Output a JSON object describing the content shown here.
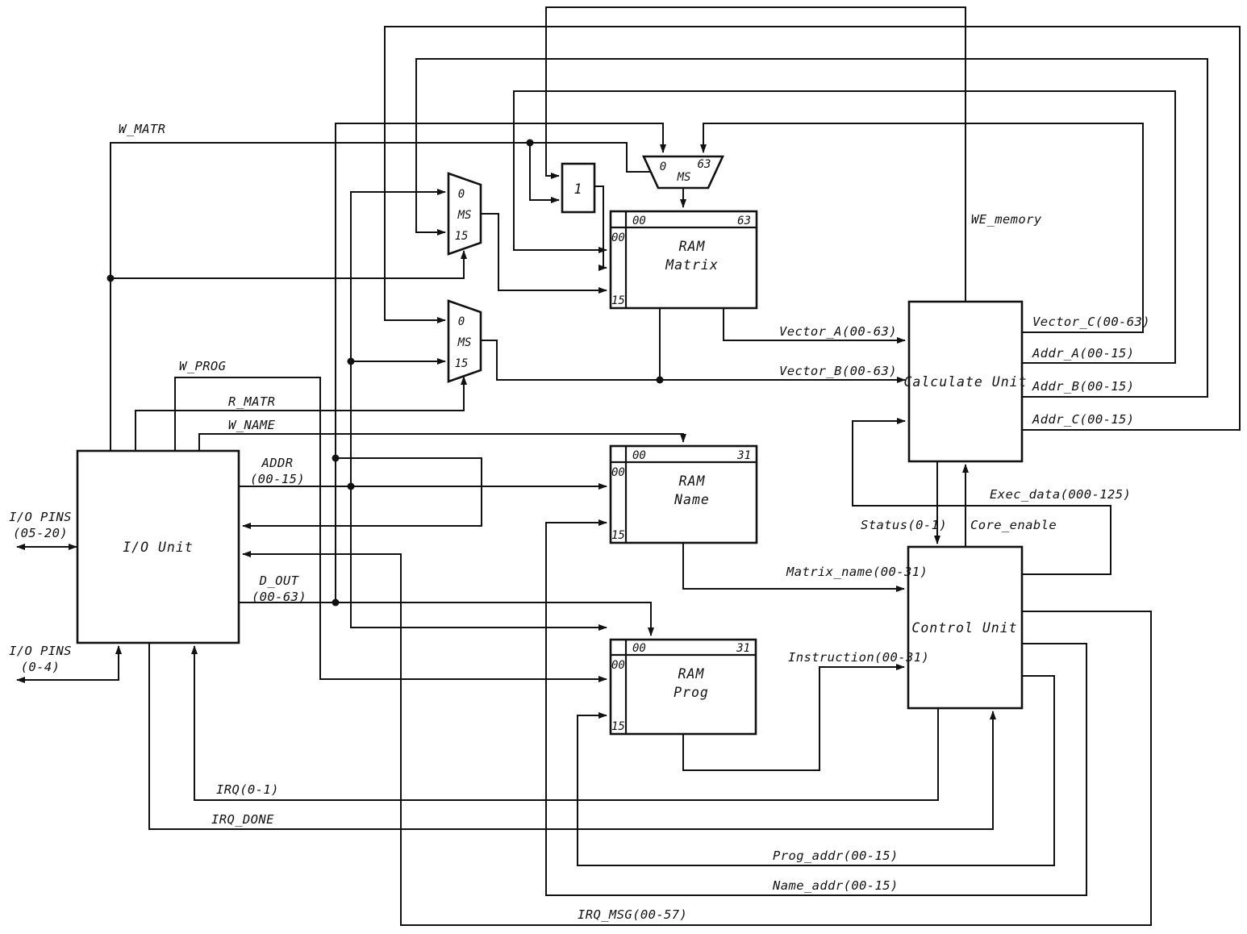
{
  "diagram": {
    "blocks": {
      "io_unit": {
        "label": "I/O Unit"
      },
      "calc_unit": {
        "label": "Calculate Unit"
      },
      "ctrl_unit": {
        "label": "Control Unit"
      },
      "one_reg": {
        "label": "1"
      },
      "ram_matrix": {
        "line1": "RAM",
        "line2": "Matrix",
        "col_first": "00",
        "col_last": "63",
        "row_first": "00",
        "row_last": "15"
      },
      "ram_name": {
        "line1": "RAM",
        "line2": "Name",
        "col_first": "00",
        "col_last": "31",
        "row_first": "00",
        "row_last": "15"
      },
      "ram_prog": {
        "line1": "RAM",
        "line2": "Prog",
        "col_first": "00",
        "col_last": "31",
        "row_first": "00",
        "row_last": "15"
      },
      "mux_matrix_addr": {
        "in0": "0",
        "label": "MS",
        "in1": "15"
      },
      "mux_vector": {
        "in0": "0",
        "label": "MS",
        "in1": "15"
      },
      "mux_matrix_data": {
        "in0": "0",
        "label": "MS",
        "in1": "63"
      }
    },
    "signals": {
      "w_matr": "W_MATR",
      "w_prog": "W_PROG",
      "r_matr": "R_MATR",
      "w_name": "W_NAME",
      "addr_line1": "ADDR",
      "addr_line2": "(00-15)",
      "io_pins_top_line1": "I/O PINS",
      "io_pins_top_line2": "(05-20)",
      "io_pins_bot_line1": "I/O PINS",
      "io_pins_bot_line2": "(0-4)",
      "d_out_line1": "D_OUT",
      "d_out_line2": "(00-63)",
      "vector_a": "Vector_A(00-63)",
      "vector_b": "Vector_B(00-63)",
      "vector_c": "Vector_C(00-63)",
      "addr_a": "Addr_A(00-15)",
      "addr_b": "Addr_B(00-15)",
      "addr_c": "Addr_C(00-15)",
      "we_memory": "WE_memory",
      "exec_data": "Exec_data(000-125)",
      "status": "Status(0-1)",
      "core_enable": "Core_enable",
      "matrix_name": "Matrix_name(00-31)",
      "instruction": "Instruction(00-31)",
      "irq": "IRQ(0-1)",
      "irq_done": "IRQ_DONE",
      "prog_addr": "Prog_addr(00-15)",
      "name_addr": "Name_addr(00-15)",
      "irq_msg": "IRQ_MSG(00-57)"
    },
    "colors": {
      "line": "#111111",
      "background": "#ffffff"
    }
  }
}
